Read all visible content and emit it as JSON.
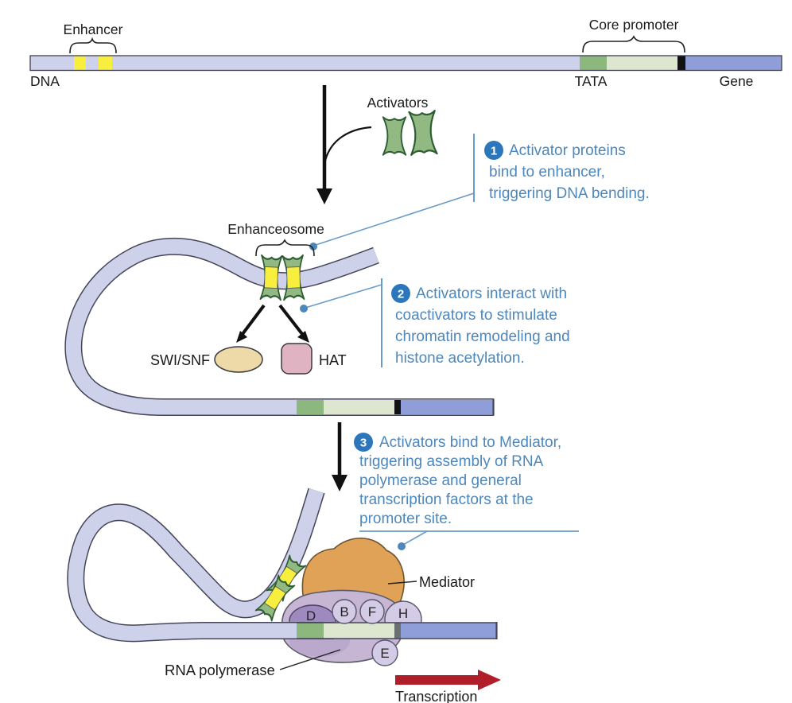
{
  "diagram": {
    "section1": {
      "enhancer_label": "Enhancer",
      "dna_label": "DNA",
      "core_promoter_label": "Core promoter",
      "tata_label": "TATA",
      "gene_label": "Gene",
      "activators_label": "Activators"
    },
    "callouts": [
      {
        "number": "1",
        "lines": [
          "Activator proteins",
          "bind to enhancer,",
          "triggering DNA bending."
        ]
      },
      {
        "number": "2",
        "lines": [
          "Activators interact with",
          "coactivators to stimulate",
          "chromatin remodeling and",
          "histone acetylation."
        ]
      },
      {
        "number": "3",
        "lines": [
          "Activators bind to Mediator,",
          "triggering assembly of RNA",
          "polymerase and general",
          "transcription factors at the",
          "promoter site."
        ]
      }
    ],
    "section2": {
      "enhanceosome_label": "Enhanceosome",
      "swi_snf_label": "SWI/SNF",
      "hat_label": "HAT"
    },
    "section3": {
      "mediator_label": "Mediator",
      "rna_polymerase_label": "RNA polymerase",
      "transcription_label": "Transcription"
    },
    "gtf": {
      "d": "D",
      "b": "B",
      "f": "F",
      "h": "H",
      "e": "E"
    },
    "colors": {
      "dna_strand": "#cdd2ea",
      "enhancer_yellow": "#f7ee3e",
      "activator_green": "#92b981",
      "tata_green": "#8cb87e",
      "promoter_green": "#dde6ce",
      "gene_blue": "#8f9ed8",
      "black_tick": "#111111",
      "gray_tick": "#6a6f72",
      "mediator_orange": "#dfa257",
      "polymerase_purple": "#c6b6d4",
      "polymerase_shade": "#b29ec7",
      "tfiid_purple": "#9e8abe",
      "gtf_purple": "#d4cbe6",
      "swi_snf_tan": "#eed9a9",
      "hat_pink": "#dfb3c2",
      "transcription_red": "#b01f29",
      "callout_blue": "#4d87bb",
      "badge_blue": "#2c77bb"
    }
  }
}
